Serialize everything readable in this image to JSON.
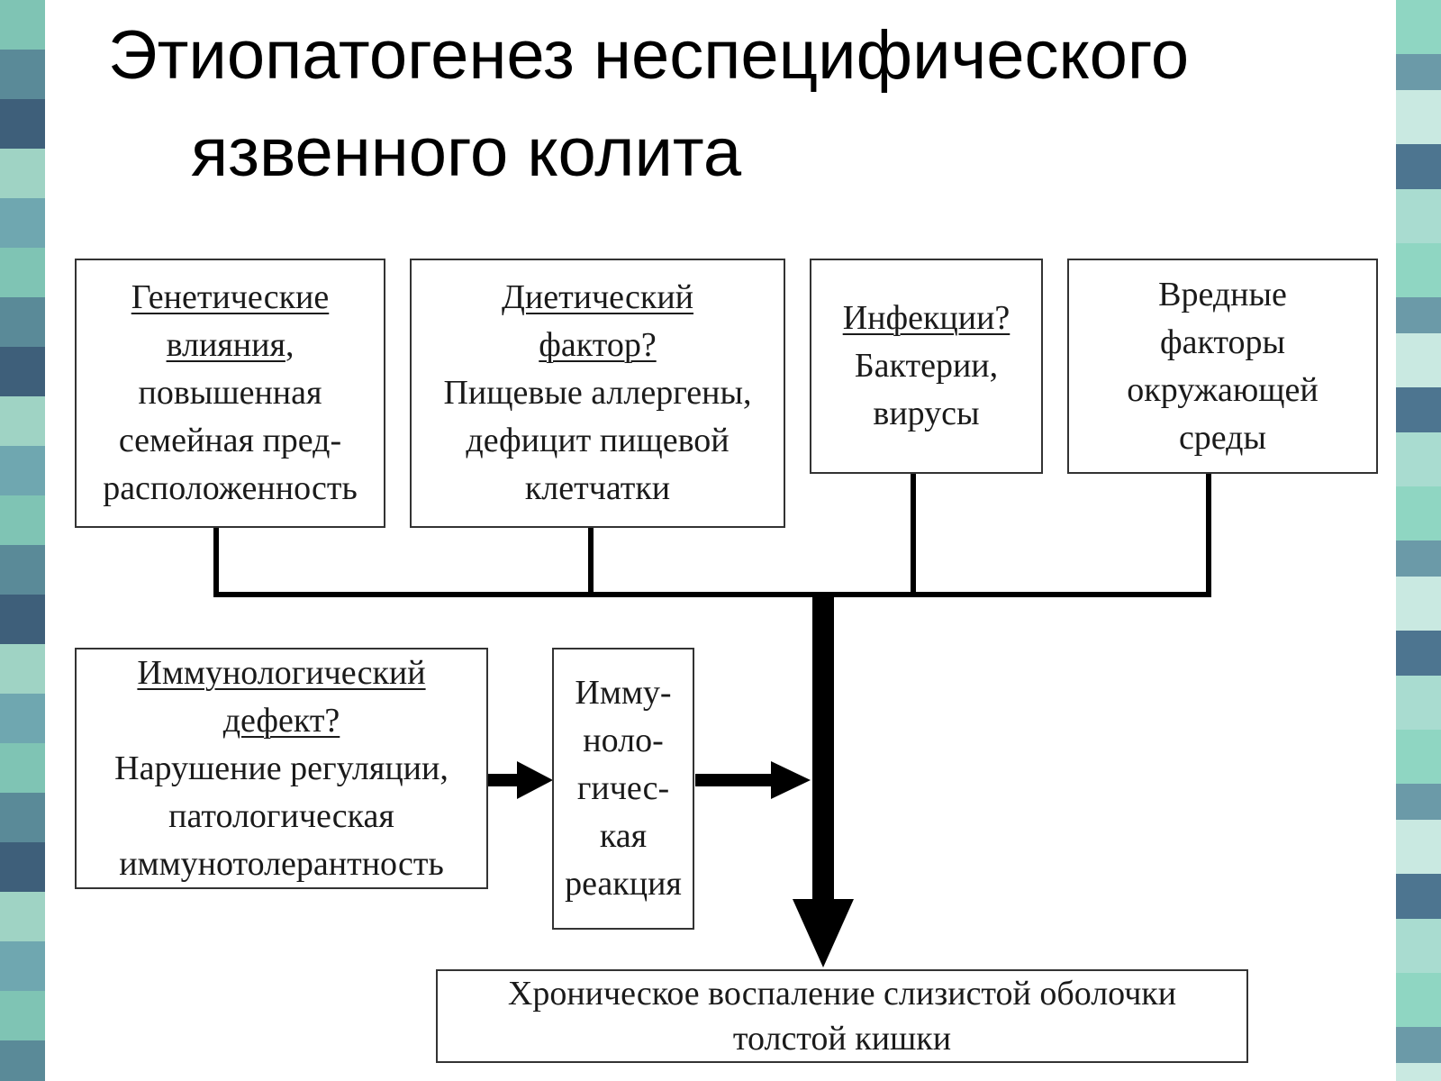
{
  "title": {
    "line1": "Этиопатогенез неспецифического",
    "line2": "язвенного колита"
  },
  "boxes": {
    "genetic": {
      "heading": [
        "Генетические",
        "влияния"
      ],
      "heading_tail": ",",
      "lines": [
        "повышенная",
        "семейная пред-",
        "расположенность"
      ]
    },
    "diet": {
      "heading": [
        "Диетический",
        "фактор?"
      ],
      "lines": [
        "Пищевые аллергены,",
        "дефицит пищевой",
        "клетчатки"
      ]
    },
    "infection": {
      "heading": [
        "Инфекции?"
      ],
      "lines": [
        "Бактерии,",
        "вирусы"
      ]
    },
    "environment": {
      "lines": [
        "Вредные",
        "факторы",
        "окружающей",
        "среды"
      ]
    },
    "immune_defect": {
      "heading": [
        "Иммунологический",
        "дефект?"
      ],
      "lines": [
        "Нарушение регуляции,",
        "патологическая",
        "иммунотолерантность"
      ]
    },
    "immune_reaction": {
      "lines": [
        "Имму-",
        "ноло-",
        "гичес-",
        "кая",
        "реакция"
      ]
    },
    "outcome": {
      "lines": [
        "Хроническое воспаление слизистой оболочки",
        "толстой кишки"
      ]
    }
  }
}
